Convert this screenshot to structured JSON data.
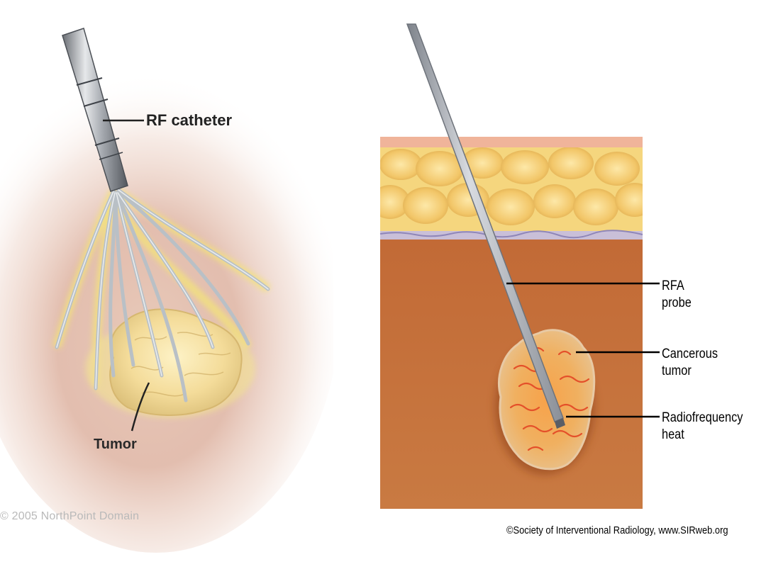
{
  "left_figure": {
    "catheter_label": "RF catheter",
    "tumor_label": "Tumor",
    "credit": "© 2005 NorthPoint Domain"
  },
  "right_figure": {
    "probe_label": [
      "RFA",
      "probe"
    ],
    "tumor_label": [
      "Cancerous",
      "tumor"
    ],
    "heat_label": [
      "Radiofrequency",
      "heat"
    ],
    "credit": "©Society of Interventional Radiology, www.SIRweb.org"
  },
  "colors": {
    "skin": "#f0b49a",
    "fat": "#f2cf6a",
    "muscle": "#c8733a",
    "tumor": "#f0a050",
    "probe": "#b8bcc4"
  }
}
